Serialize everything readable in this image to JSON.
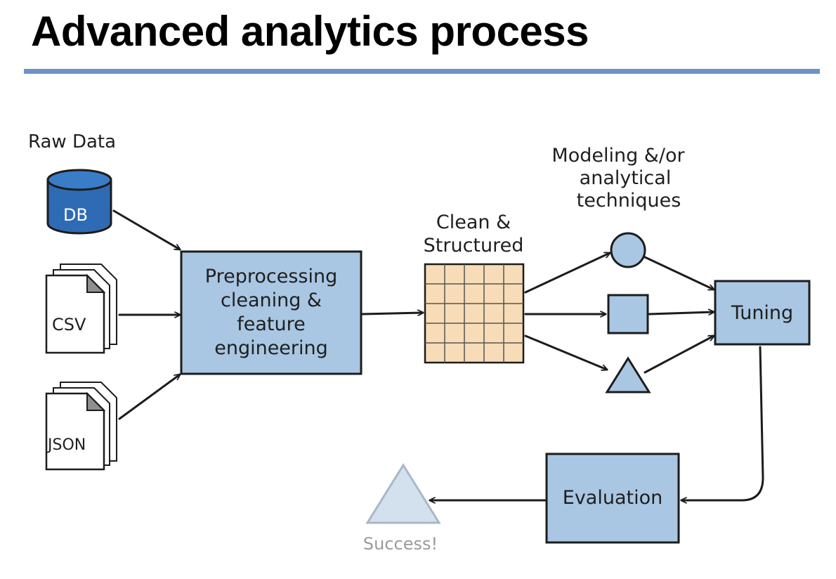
{
  "title": "Advanced analytics process",
  "colors": {
    "rule": "#6d92c6",
    "box_fill": "#a9c7e3",
    "grid_fill": "#f7dcb7",
    "db_fill": "#2e6bb4",
    "success_fill": "#d3e1ef"
  },
  "raw_data": {
    "label": "Raw Data",
    "db_label": "DB",
    "csv_label": "CSV",
    "json_label": "JSON"
  },
  "preprocess": {
    "line1": "Preprocessing",
    "line2": "cleaning &",
    "line3": "feature",
    "line4": "engineering"
  },
  "clean": {
    "line1": "Clean &",
    "line2": "Structured"
  },
  "modeling": {
    "line1": "Modeling &/or",
    "line2": "analytical",
    "line3": "techniques"
  },
  "tuning": "Tuning",
  "evaluation": "Evaluation",
  "success": "Success!"
}
